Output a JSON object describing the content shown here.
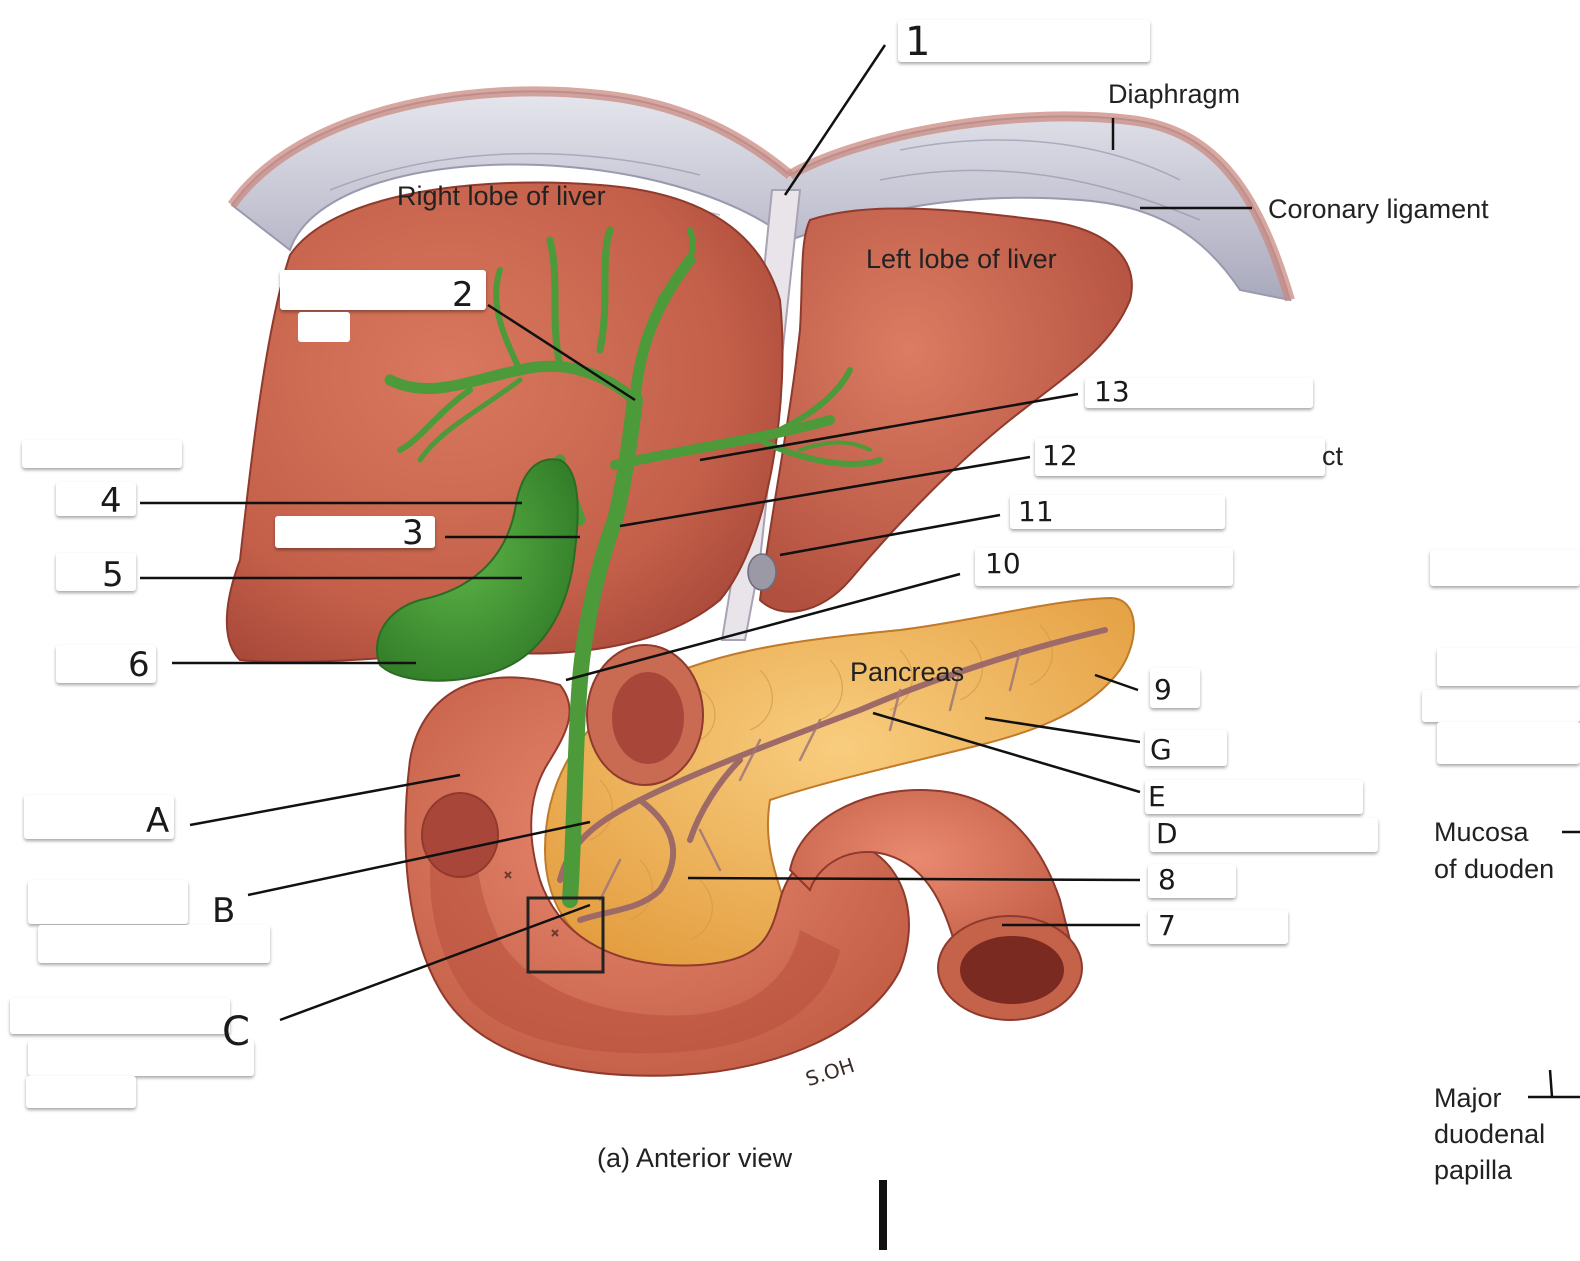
{
  "printed_labels": {
    "diaphragm": "Diaphragm",
    "coronary_ligament": "Coronary ligament",
    "right_lobe": "Right lobe of liver",
    "left_lobe": "Left lobe of liver",
    "pancreas": "Pancreas",
    "caption": "(a) Anterior view",
    "mucosa_line1": "Mucosa",
    "mucosa_line2": "of duoden",
    "major_line1": "Major",
    "major_line2": "duodenal",
    "major_line3": "papilla",
    "artist_signature": "S.OH",
    "partial_fragment": "ct"
  },
  "handwritten_labels": {
    "l1": "1",
    "l2": "2",
    "l3": "3",
    "l4": "4",
    "l5": "5",
    "l6": "6",
    "l7": "7",
    "l8": "8",
    "l9": "9",
    "l10": "10",
    "l11": "11",
    "l12": "12",
    "l13": "13",
    "la": "A",
    "lb": "B",
    "lc": "C",
    "ld": "D",
    "le": "E",
    "lg": "G"
  },
  "colors": {
    "liver": "#c9644d",
    "liver_shadow": "#a8483a",
    "gallbladder_ducts": "#4c9a3a",
    "pancreas": "#f2b55a",
    "duodenum": "#d9705a",
    "diaphragm": "#c4c4d2"
  }
}
